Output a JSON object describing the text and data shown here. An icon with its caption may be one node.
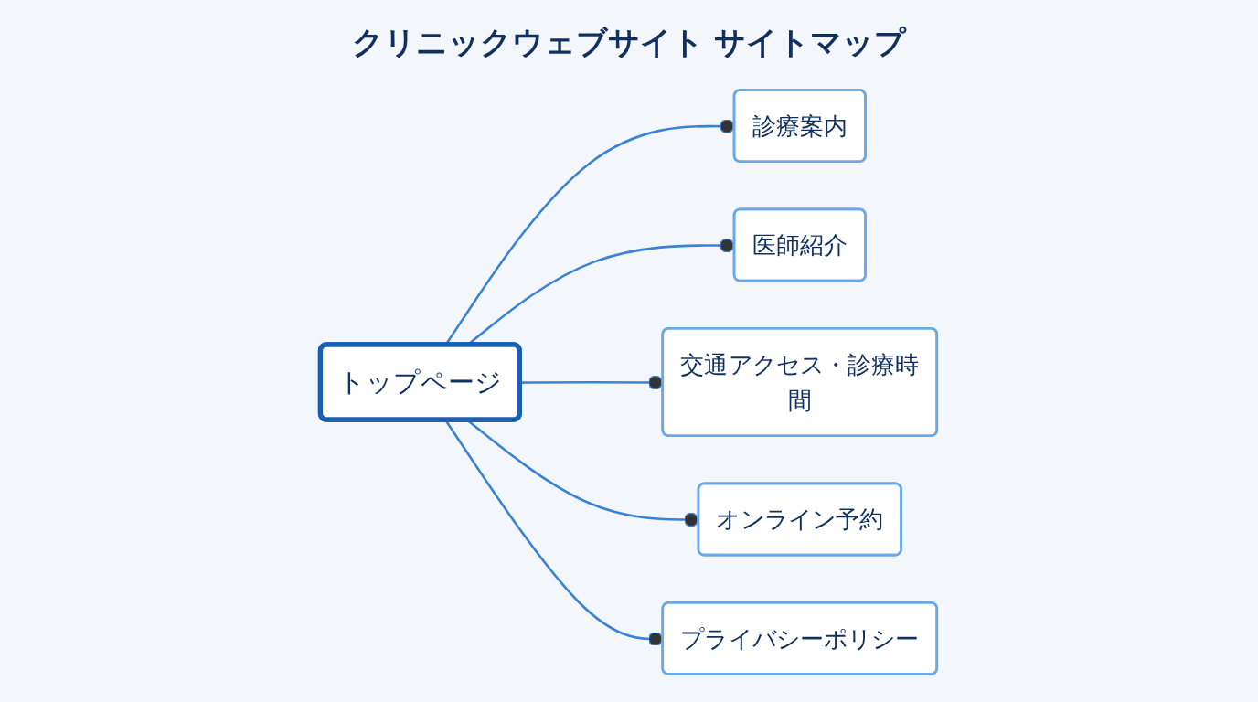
{
  "diagram": {
    "title": "クリニックウェブサイト サイトマップ",
    "nodes": [
      {
        "text": [
          "トップページ"
        ]
      },
      {
        "text": [
          "診療案内"
        ]
      },
      {
        "text": [
          "医師紹介"
        ]
      },
      {
        "text": [
          "交通アクセス・診療時間"
        ]
      },
      {
        "text": [
          "オンライン予約"
        ]
      },
      {
        "text": [
          "プライバシーポリシー"
        ]
      }
    ],
    "edges": [
      {
        "from": 0,
        "to": 1,
        "arrow": "other"
      },
      {
        "from": 0,
        "to": 2,
        "arrow": "other"
      },
      {
        "from": 0,
        "to": 3,
        "arrow": "other"
      },
      {
        "from": 0,
        "to": 4,
        "arrow": "other"
      },
      {
        "from": 0,
        "to": 5,
        "arrow": "other"
      }
    ]
  }
}
